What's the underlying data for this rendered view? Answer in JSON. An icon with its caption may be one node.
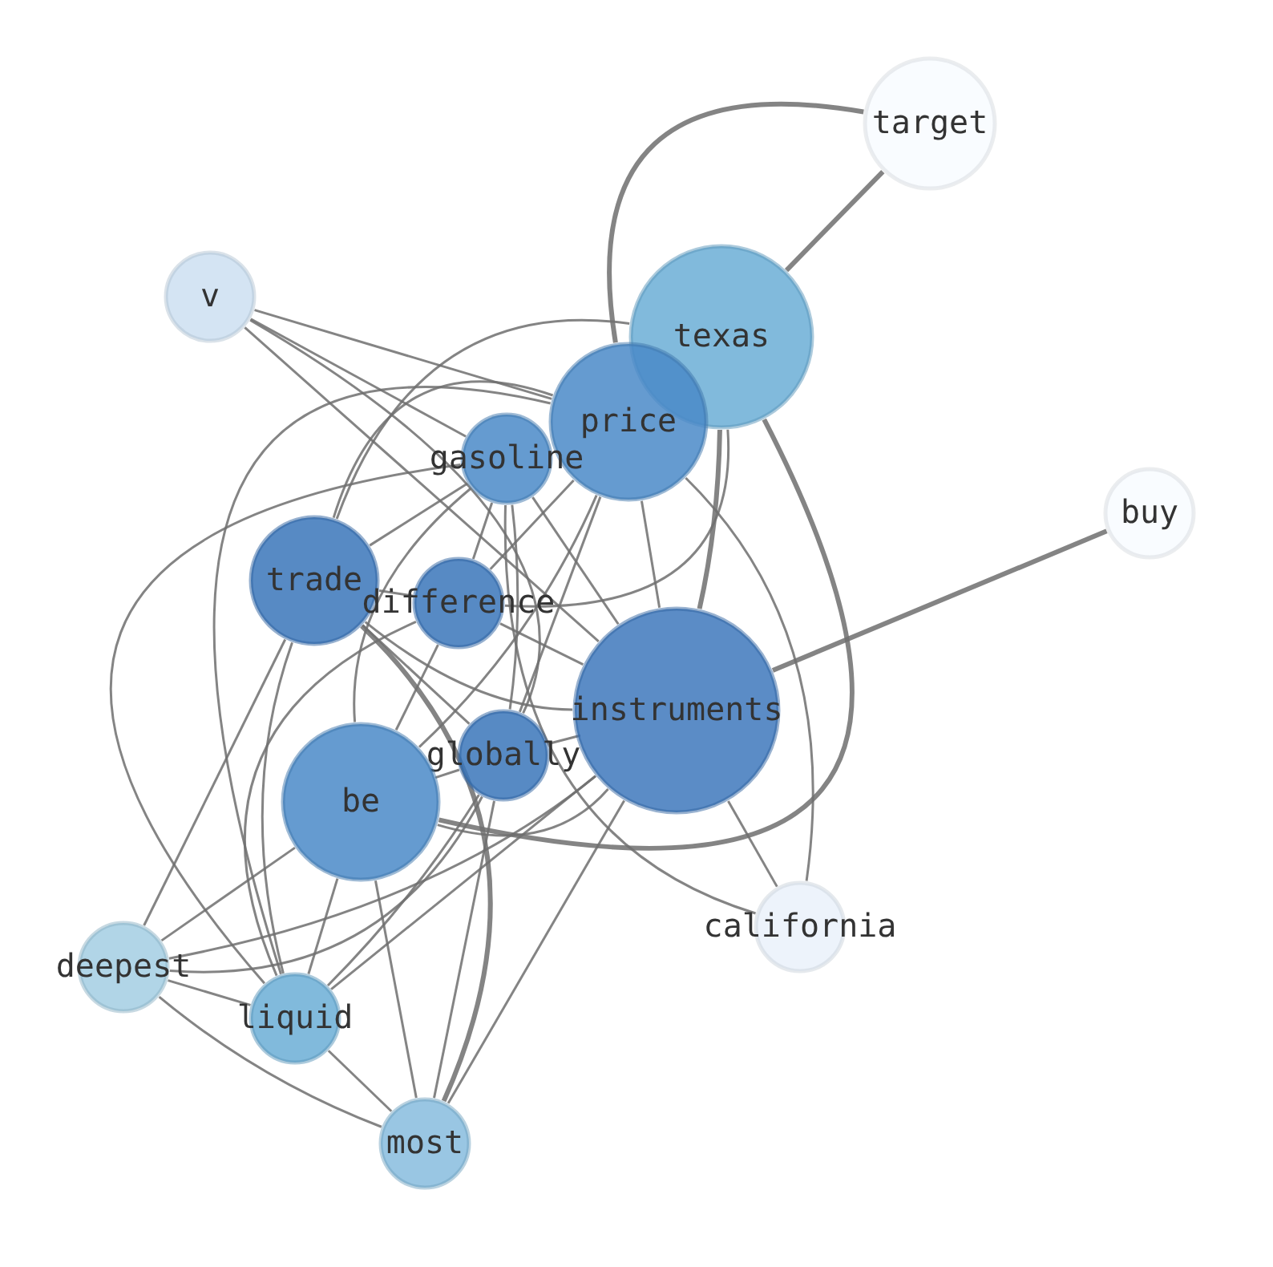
{
  "diagram": {
    "nodes": [
      {
        "text": [
          "target"
        ]
      },
      {
        "text": [
          "v"
        ]
      },
      {
        "text": [
          "texas"
        ]
      },
      {
        "text": [
          "price"
        ]
      },
      {
        "text": [
          "gasoline"
        ]
      },
      {
        "text": [
          "buy"
        ]
      },
      {
        "text": [
          "trade"
        ]
      },
      {
        "text": [
          "difference"
        ]
      },
      {
        "text": [
          "instruments"
        ]
      },
      {
        "text": [
          "globally"
        ]
      },
      {
        "text": [
          "be"
        ]
      },
      {
        "text": [
          "california"
        ]
      },
      {
        "text": [
          "deepest"
        ]
      },
      {
        "text": [
          "liquid"
        ]
      },
      {
        "text": [
          "most"
        ]
      }
    ],
    "edges": [
      {
        "from": 0,
        "to": 2,
        "arrow": "none",
        "style": "thick"
      },
      {
        "from": 0,
        "to": 3,
        "arrow": "none",
        "style": "thick"
      },
      {
        "from": 1,
        "to": 3,
        "arrow": "none"
      },
      {
        "from": 1,
        "to": 4,
        "arrow": "none"
      },
      {
        "from": 1,
        "to": 9,
        "arrow": "none"
      },
      {
        "from": 1,
        "to": 8,
        "arrow": "none"
      },
      {
        "from": 5,
        "to": 8,
        "arrow": "none",
        "style": "thick"
      },
      {
        "from": 2,
        "to": 8,
        "arrow": "none",
        "style": "thick"
      },
      {
        "from": 2,
        "to": 10,
        "arrow": "none",
        "style": "thick"
      },
      {
        "from": 2,
        "to": 6,
        "arrow": "none"
      },
      {
        "from": 2,
        "to": 7,
        "arrow": "none"
      },
      {
        "from": 3,
        "to": 6,
        "arrow": "none"
      },
      {
        "from": 3,
        "to": 7,
        "arrow": "none"
      },
      {
        "from": 3,
        "to": 9,
        "arrow": "none"
      },
      {
        "from": 3,
        "to": 10,
        "arrow": "none"
      },
      {
        "from": 3,
        "to": 8,
        "arrow": "none"
      },
      {
        "from": 3,
        "to": 11,
        "arrow": "none"
      },
      {
        "from": 3,
        "to": 13,
        "arrow": "none"
      },
      {
        "from": 4,
        "to": 6,
        "arrow": "none"
      },
      {
        "from": 4,
        "to": 7,
        "arrow": "none"
      },
      {
        "from": 4,
        "to": 9,
        "arrow": "none"
      },
      {
        "from": 4,
        "to": 10,
        "arrow": "none"
      },
      {
        "from": 4,
        "to": 13,
        "arrow": "none"
      },
      {
        "from": 4,
        "to": 8,
        "arrow": "none"
      },
      {
        "from": 4,
        "to": 11,
        "arrow": "none"
      },
      {
        "from": 6,
        "to": 7,
        "arrow": "none"
      },
      {
        "from": 6,
        "to": 8,
        "arrow": "none"
      },
      {
        "from": 6,
        "to": 9,
        "arrow": "none"
      },
      {
        "from": 6,
        "to": 12,
        "arrow": "none"
      },
      {
        "from": 6,
        "to": 13,
        "arrow": "none"
      },
      {
        "from": 6,
        "to": 14,
        "arrow": "none",
        "style": "thick"
      },
      {
        "from": 7,
        "to": 8,
        "arrow": "none"
      },
      {
        "from": 7,
        "to": 10,
        "arrow": "none"
      },
      {
        "from": 7,
        "to": 13,
        "arrow": "none"
      },
      {
        "from": 8,
        "to": 9,
        "arrow": "none"
      },
      {
        "from": 8,
        "to": 10,
        "arrow": "none"
      },
      {
        "from": 8,
        "to": 12,
        "arrow": "none"
      },
      {
        "from": 8,
        "to": 13,
        "arrow": "none"
      },
      {
        "from": 8,
        "to": 14,
        "arrow": "none"
      },
      {
        "from": 8,
        "to": 11,
        "arrow": "none"
      },
      {
        "from": 9,
        "to": 10,
        "arrow": "none"
      },
      {
        "from": 9,
        "to": 12,
        "arrow": "none"
      },
      {
        "from": 9,
        "to": 13,
        "arrow": "none"
      },
      {
        "from": 9,
        "to": 14,
        "arrow": "none"
      },
      {
        "from": 10,
        "to": 12,
        "arrow": "none"
      },
      {
        "from": 10,
        "to": 13,
        "arrow": "none"
      },
      {
        "from": 10,
        "to": 14,
        "arrow": "none"
      },
      {
        "from": 12,
        "to": 13,
        "arrow": "none"
      },
      {
        "from": 12,
        "to": 14,
        "arrow": "none"
      },
      {
        "from": 13,
        "to": 14,
        "arrow": "none"
      }
    ]
  }
}
